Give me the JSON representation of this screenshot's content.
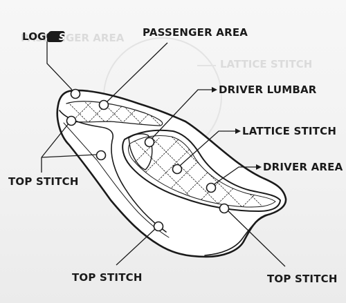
{
  "labels": {
    "logo": "LOGO",
    "passenger_area": "PASSENGER AREA",
    "driver_lumbar": "DRIVER LUMBAR",
    "lattice_stitch": "LATTICE STITCH",
    "driver_area": "DRIVER AREA",
    "top_stitch_left": "TOP STITCH",
    "top_stitch_bottom": "TOP STITCH",
    "top_stitch_right": "TOP STITCH"
  },
  "logo_mark": "S",
  "watermark": {
    "left": "PASSENGER AREA",
    "right": "LATTICE STITCH"
  },
  "colors": {
    "line": "#1a1a1a",
    "label": "#1a1a1a",
    "marker_fill": "#ffffff",
    "ghost": "#d9d9d9",
    "background": "#f4f4f4"
  }
}
